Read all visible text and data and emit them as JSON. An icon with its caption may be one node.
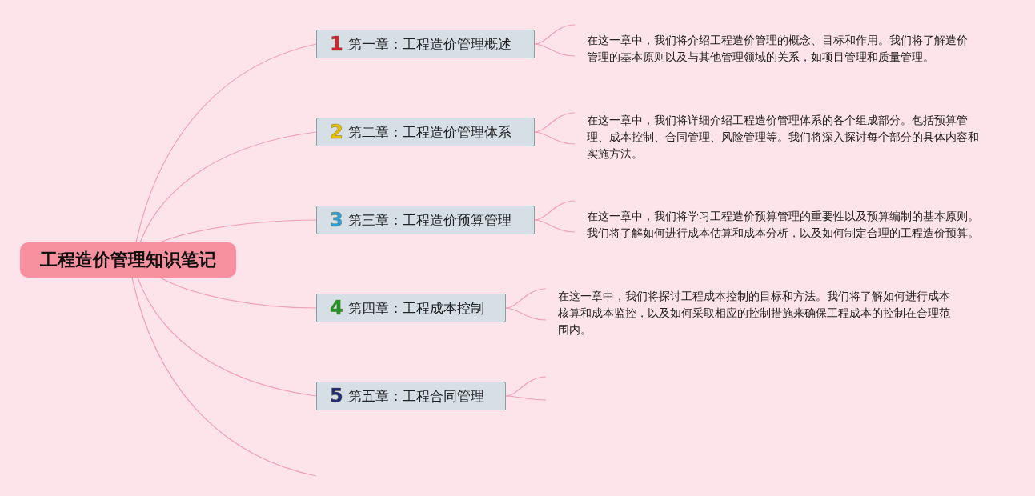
{
  "diagram": {
    "nodes": [
      {
        "text": [
          "工程造价管理知识笔记"
        ]
      },
      {
        "text": [
          "1",
          "第一章：工程造价管理概述"
        ]
      },
      {
        "text": [
          "2",
          "第二章：工程造价管理体系"
        ]
      },
      {
        "text": [
          "3",
          "第三章：工程造价预算管理"
        ]
      },
      {
        "text": [
          "4",
          "第四章：工程成本控制"
        ]
      },
      {
        "text": [
          "5",
          "第五章：工程合同管理"
        ]
      },
      {
        "text": [
          "在这一章中，我们将介绍工程造价管理的概念、目标和作用。我们将了解造价管理的基本原则以及与其他管理领域的关系，如项目管理和质量管理。"
        ]
      },
      {
        "text": [
          "在这一章中，我们将详细介绍工程造价管理体系的各个组成部分。包括预算管理、成本控制、合同管理、风险管理等。我们将深入探讨每个部分的具体内容和实施方法。"
        ]
      },
      {
        "text": [
          "在这一章中，我们将学习工程造价预算管理的重要性以及预算编制的基本原则。我们将了解如何进行成本估算和成本分析，以及如何制定合理的工程造价预算。"
        ]
      },
      {
        "text": [
          "在这一章中，我们将探讨工程成本控制的目标和方法。我们将了解如何进行成本核算和成本监控，以及如何采取相应的控制措施来确保工程成本的控制在合理范围内。"
        ]
      }
    ],
    "edges": [
      {
        "from": 0,
        "to": 1,
        "arrow": "none"
      },
      {
        "from": 0,
        "to": 2,
        "arrow": "none"
      },
      {
        "from": 0,
        "to": 3,
        "arrow": "none"
      },
      {
        "from": 0,
        "to": 4,
        "arrow": "none"
      },
      {
        "from": 0,
        "to": 5,
        "arrow": "none"
      },
      {
        "from": 0,
        "to": null,
        "arrow": "none"
      },
      {
        "from": 1,
        "to": 6,
        "arrow": "none"
      },
      {
        "from": 1,
        "to": 6,
        "arrow": "none"
      },
      {
        "from": 2,
        "to": 7,
        "arrow": "none"
      },
      {
        "from": 2,
        "to": 7,
        "arrow": "none"
      },
      {
        "from": 3,
        "to": 8,
        "arrow": "none"
      },
      {
        "from": 3,
        "to": 8,
        "arrow": "none"
      },
      {
        "from": 4,
        "to": 9,
        "arrow": "none"
      },
      {
        "from": 4,
        "to": 9,
        "arrow": "none"
      },
      {
        "from": 5,
        "to": null,
        "arrow": "none"
      },
      {
        "from": 5,
        "to": null,
        "arrow": "none"
      }
    ]
  }
}
